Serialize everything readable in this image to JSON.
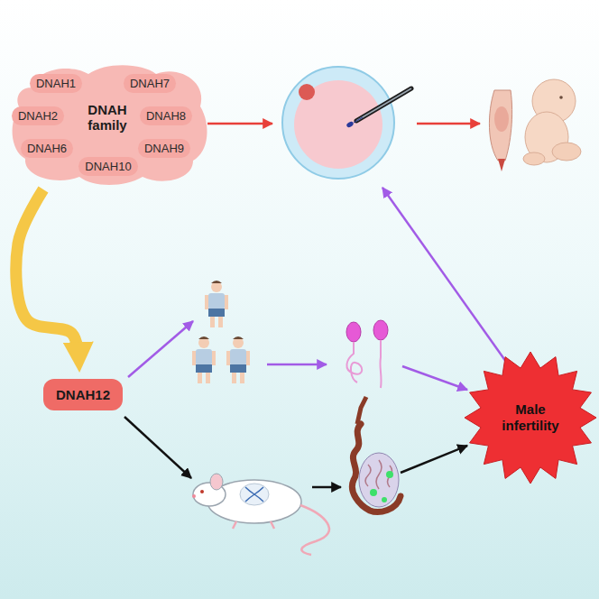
{
  "diagram": {
    "nodes": [
      {
        "text": [
          "DNAH family"
        ]
      },
      {
        "text": [
          "DNAH1"
        ],
        "in": 0
      },
      {
        "text": [
          "DNAH7"
        ],
        "in": 0
      },
      {
        "text": [
          "DNAH2"
        ],
        "in": 0
      },
      {
        "text": [
          "DNAH8"
        ],
        "in": 0
      },
      {
        "text": [
          "DNAH6"
        ],
        "in": 0
      },
      {
        "text": [
          "DNAH9"
        ],
        "in": 0
      },
      {
        "text": [
          "DNAH10"
        ],
        "in": 0
      },
      {
        "text": [
          "DNAH12"
        ]
      },
      {
        "text": [
          "Male infertility"
        ]
      }
    ],
    "edges": [
      {
        "from": 0,
        "to": 8,
        "arrow": "to"
      }
    ]
  }
}
